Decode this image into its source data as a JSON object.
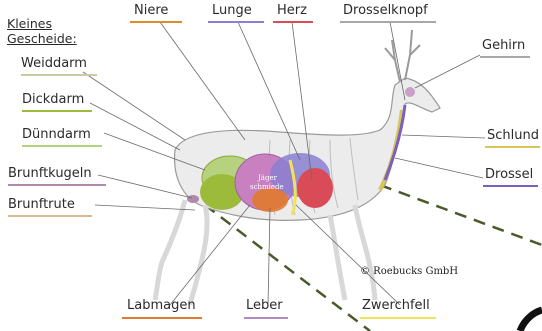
{
  "heading": {
    "line1": "Kleines",
    "line2": "Gescheide:"
  },
  "labels": {
    "niere": {
      "text": "Niere",
      "color": "#e08a2e"
    },
    "lunge": {
      "text": "Lunge",
      "color": "#8a7fd0"
    },
    "herz": {
      "text": "Herz",
      "color": "#d94b57"
    },
    "drosselknopf": {
      "text": "Drosselknopf",
      "color": "#a8a8a8"
    },
    "gehirn": {
      "text": "Gehirn",
      "color": "#a8a8a8"
    },
    "weiddarm": {
      "text": "Weiddarm",
      "color": "#c9cba0"
    },
    "dickdarm": {
      "text": "Dickdarm",
      "color": "#9dbb3a"
    },
    "duenndarm": {
      "text": "Dünndarm",
      "color": "#b7d27e"
    },
    "brunftkugeln": {
      "text": "Brunftkugeln",
      "color": "#b08aa8"
    },
    "brunftrute": {
      "text": "Brunftrute",
      "color": "#d9b98a"
    },
    "schlund": {
      "text": "Schlund",
      "color": "#d6c55a"
    },
    "drossel": {
      "text": "Drossel",
      "color": "#7a5fc0"
    },
    "labmagen": {
      "text": "Labmagen",
      "color": "#e07a2e"
    },
    "leber": {
      "text": "Leber",
      "color": "#b08ac0"
    },
    "zwerchfell": {
      "text": "Zwerchfell",
      "color": "#f2e25a"
    }
  },
  "organ_text": {
    "line1": "Jäger",
    "line2": "schmiede"
  },
  "copyright": "© Roebucks GmbH"
}
